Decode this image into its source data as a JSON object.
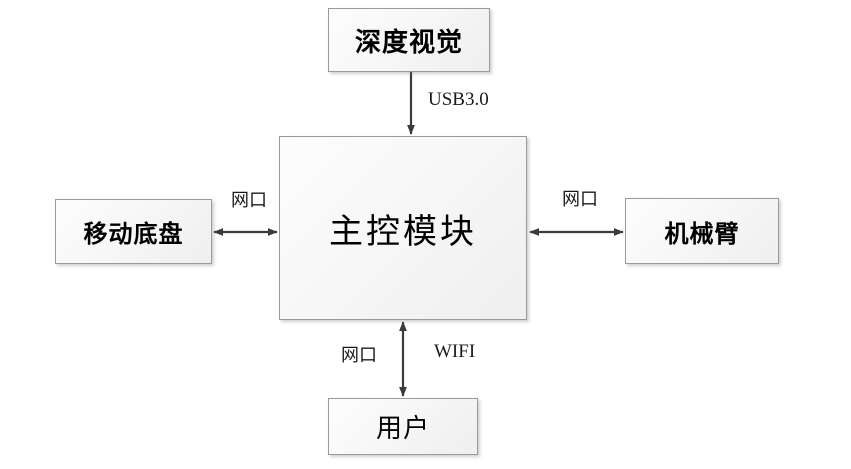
{
  "diagram": {
    "title": "",
    "background_color": "#ffffff",
    "node_fill_color": "#f5f5f5",
    "node_border_color": "#9a9a9a",
    "connector_color": "#3b3b3b",
    "nodes": [
      {
        "id": "depth-vision",
        "label": "深度视觉"
      },
      {
        "id": "main-control",
        "label": "主控模块"
      },
      {
        "id": "mobile-base",
        "label": "移动底盘"
      },
      {
        "id": "robot-arm",
        "label": "机械臂"
      },
      {
        "id": "user",
        "label": "用户"
      }
    ],
    "connections": [
      {
        "id": "depth-to-main",
        "from": "depth-vision",
        "to": "main-control",
        "label": "USB3.0",
        "arrow": "single-down"
      },
      {
        "id": "base-to-main",
        "from": "mobile-base",
        "to": "main-control",
        "label": "网口",
        "arrow": "double-horizontal"
      },
      {
        "id": "main-to-arm",
        "from": "main-control",
        "to": "robot-arm",
        "label": "网口",
        "arrow": "double-horizontal"
      },
      {
        "id": "main-to-user-1",
        "from": "main-control",
        "to": "user",
        "label": "网口",
        "arrow": "double-vertical"
      },
      {
        "id": "main-to-user-2",
        "from": "main-control",
        "to": "user",
        "label": "WIFI",
        "arrow": "double-vertical"
      }
    ]
  }
}
